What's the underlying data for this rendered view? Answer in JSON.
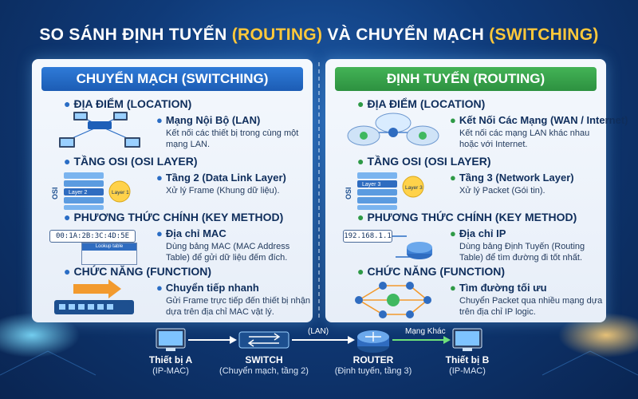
{
  "title": {
    "part1": "SO SÁNH ĐỊNH TUYẾN ",
    "part2": "(ROUTING)",
    "part3": " VÀ CHUYỂN MẠCH ",
    "part4": "(SWITCHING)"
  },
  "left": {
    "header": "CHUYỂN MẠCH (SWITCHING)",
    "sections": [
      {
        "heading": "ĐỊA ĐIỂM (LOCATION)",
        "sub": "Mạng Nội Bộ (LAN)",
        "desc": "Kết nối các thiết bị trong cùng một mạng LAN."
      },
      {
        "heading": "TẦNG OSI (OSI LAYER)",
        "sub": "Tầng 2 (Data Link Layer)",
        "desc": "Xử lý Frame (Khung dữ liệu)."
      },
      {
        "heading": "PHƯƠNG THỨC CHÍNH (KEY METHOD)",
        "sub": "Địa chỉ MAC",
        "desc": "Dùng bảng MAC (MAC Address Table) để gửi dữ liệu đếm đích."
      },
      {
        "heading": "CHỨC NĂNG (FUNCTION)",
        "sub": "Chuyển tiếp nhanh",
        "desc": "Gửi Frame trực tiếp đến thiết bị nhận dựa trên địa chỉ MAC vật lý."
      }
    ],
    "osi_label": "OSI",
    "layer_a": "Layer 2",
    "layer_b": "Layer 1",
    "mac_value": "00:1A:2B:3C:4D:5E",
    "lookup_label": "Lookup table"
  },
  "right": {
    "header": "ĐỊNH TUYẾN (ROUTING)",
    "sections": [
      {
        "heading": "ĐỊA ĐIỂM (LOCATION)",
        "sub": "Kết Nối Các Mạng (WAN / Internet)",
        "desc": "Kết nối các mạng LAN khác nhau hoặc với Internet."
      },
      {
        "heading": "TẦNG OSI (OSI LAYER)",
        "sub": "Tầng 3 (Network Layer)",
        "desc": "Xử lý Packet (Gói tin)."
      },
      {
        "heading": "PHƯƠNG THỨC CHÍNH (KEY METHOD)",
        "sub": "Địa chỉ IP",
        "desc": "Dùng bảng Định Tuyến (Routing Table) để tìm đường đi tốt nhất."
      },
      {
        "heading": "CHỨC NĂNG (FUNCTION)",
        "sub": "Tìm đường tối ưu",
        "desc": "Chuyển Packet qua nhiều mạng dựa trên địa chỉ IP logic."
      }
    ],
    "osi_label": "OSI",
    "layer_a": "Layer 3",
    "layer_b": "Layer 3",
    "ip_value": "192.168.1.1"
  },
  "bottom": {
    "device_a": {
      "name": "Thiết bị A",
      "sub": "(IP-MAC)"
    },
    "switch": {
      "name": "SWITCH",
      "sub": "(Chuyển mạch, tầng 2)"
    },
    "router": {
      "name": "ROUTER",
      "sub": "(Định tuyến, tầng 3)"
    },
    "device_b": {
      "name": "Thiết bị B",
      "sub": "(IP-MAC)"
    },
    "link_lan": "(LAN)",
    "link_other": "Mạng Khác"
  },
  "colors": {
    "switching": "#1c5cb4",
    "routing": "#2d9140",
    "accent": "#ffc83a",
    "bg": "#0f3a78"
  }
}
